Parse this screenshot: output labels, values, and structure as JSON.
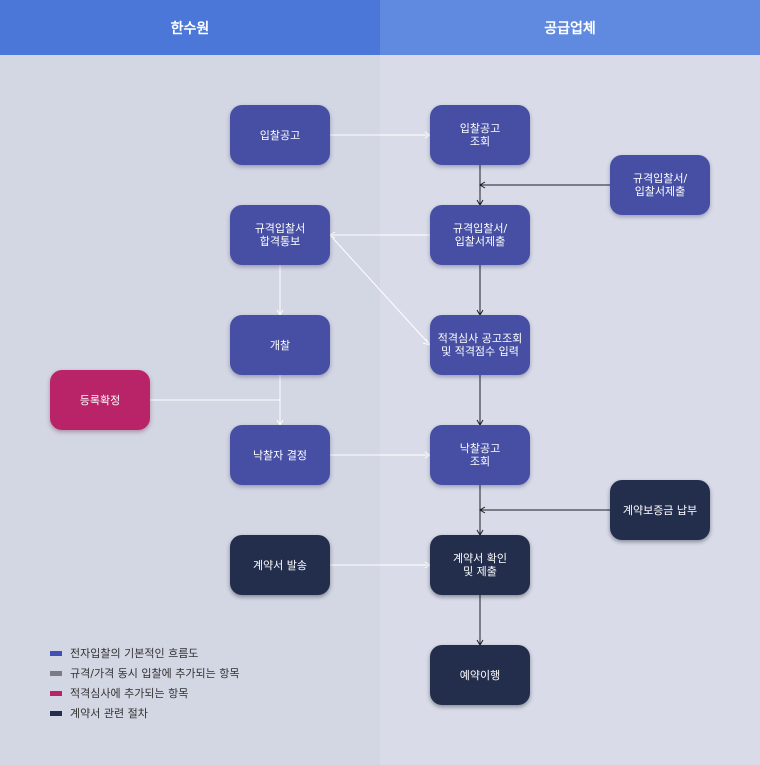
{
  "headers": {
    "left": "한수원",
    "right": "공급업체"
  },
  "nodes": {
    "bid_notice": "입찰공고",
    "bid_notice_view": "입찰공고\n조회",
    "spec_bid_submit_ext": "규격입찰서/\n입찰서제출",
    "spec_pass_notice": "규격입찰서\n합격통보",
    "spec_bid_submit": "규격입찰서/\n입찰서제출",
    "opening": "개찰",
    "qualification_input": "적격심사 공고조회\n및 적격점수 입력",
    "registration_confirm": "등록확정",
    "winner_decision": "낙찰자 결정",
    "award_notice_view": "낙찰공고\n조회",
    "contract_bond": "계약보증금 납부",
    "contract_send": "계약서 발송",
    "contract_confirm": "계약서 확인\n및 제출",
    "contract_perform": "예약이행"
  },
  "legend": [
    {
      "label": "전자입찰의 기본적인 흐름도",
      "color": "#3f51b5"
    },
    {
      "label": "규격/가격 동시 입찰에 추가되는 항목",
      "color": "#7b7b86"
    },
    {
      "label": "적격심사에 추가되는 항목",
      "color": "#b92468"
    },
    {
      "label": "계약서 관련 절차",
      "color": "#232e4d"
    }
  ]
}
